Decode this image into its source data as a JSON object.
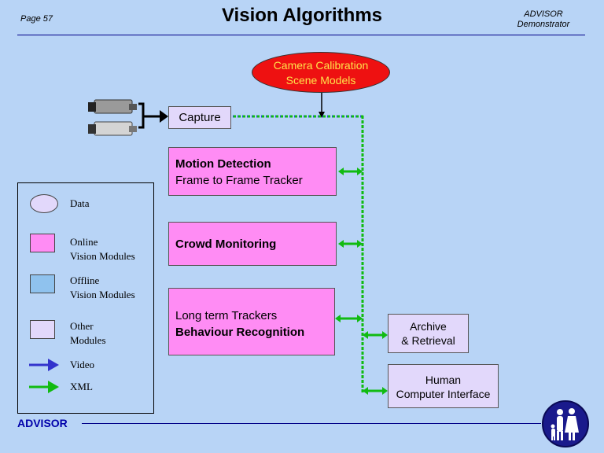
{
  "header": {
    "page_number": "Page 57",
    "title": "Vision Algorithms",
    "brand_line1": "ADVISOR",
    "brand_line2": "Demonstrator"
  },
  "footer": {
    "brand": "ADVISOR"
  },
  "calibration": {
    "line1": "Camera Calibration",
    "line2": "Scene Models"
  },
  "capture": {
    "label": "Capture"
  },
  "modules": {
    "motion": {
      "line1": "Motion Detection",
      "line2": "Frame to Frame Tracker"
    },
    "crowd": {
      "line1": "Crowd Monitoring"
    },
    "longterm": {
      "line1": "Long term Trackers",
      "line2": "Behaviour Recognition"
    },
    "archive": {
      "line1": "Archive",
      "line2": "& Retrieval"
    },
    "hci": {
      "line1": "Human",
      "line2": "Computer Interface"
    }
  },
  "legend": {
    "data": "Data",
    "online_line1": "Online",
    "online_line2": "Vision Modules",
    "offline_line1": "Offline",
    "offline_line2": "Vision Modules",
    "other_line1": "Other",
    "other_line2": "Modules",
    "video": "Video",
    "xml": "XML"
  },
  "colors": {
    "online": "#ff8cf4",
    "offline": "#8fc2ee",
    "other": "#e2d8fb",
    "data": "#e2d8fb",
    "video_arrow": "#3333cc",
    "xml_arrow": "#11bb11",
    "calibration": "#ee1111"
  },
  "icons": {
    "camera": "cctv-camera-icon",
    "logo": "family-logo-icon"
  }
}
